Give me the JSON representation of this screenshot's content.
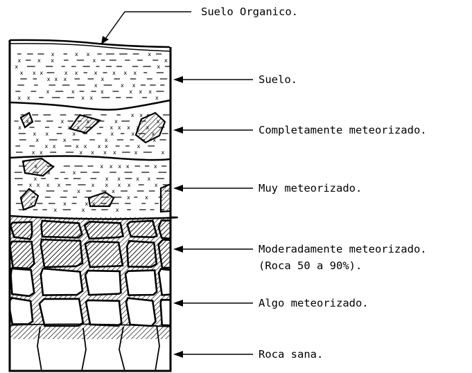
{
  "labels": {
    "organic": "Suelo Organico.",
    "suelo": "Suelo.",
    "completo": "Completamente meteorizado.",
    "muy": "Muy meteorizado.",
    "moderado_1": "Moderadamente meteorizado.",
    "moderado_2": "(Roca 50 a 90%).",
    "algo": "Algo meteorizado.",
    "sana": "Roca sana."
  }
}
